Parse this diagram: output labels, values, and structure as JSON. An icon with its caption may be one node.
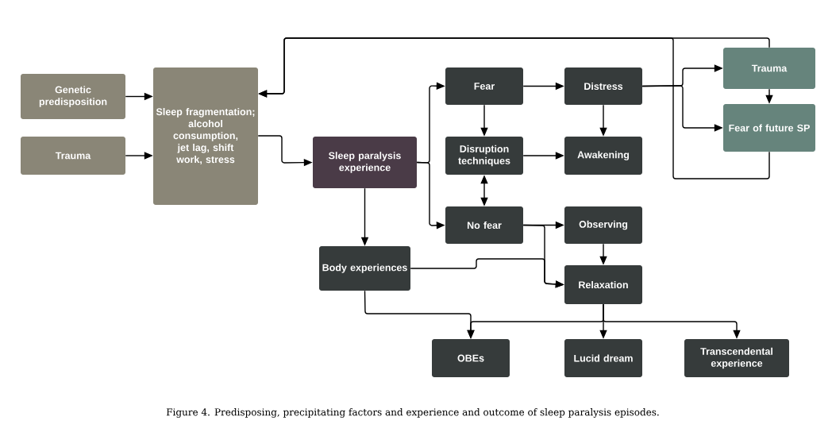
{
  "diagram": {
    "caption": "Figure 4. Predisposing, precipitating factors and experience and outcome of sleep paralysis episodes.",
    "nodes": [
      {
        "text": [
          "Genetic predisposition"
        ]
      },
      {
        "text": [
          "Trauma"
        ]
      },
      {
        "text": [
          "Sleep fragmentation; alcohol consumption, jet lag, shift work, stress"
        ]
      },
      {
        "text": [
          "Sleep paralysis experience"
        ]
      },
      {
        "text": [
          "Fear"
        ]
      },
      {
        "text": [
          "Distress"
        ]
      },
      {
        "text": [
          "Trauma"
        ]
      },
      {
        "text": [
          "Disruption techniques"
        ]
      },
      {
        "text": [
          "Awakening"
        ]
      },
      {
        "text": [
          "Fear of future SP"
        ]
      },
      {
        "text": [
          "No fear"
        ]
      },
      {
        "text": [
          "Observing"
        ]
      },
      {
        "text": [
          "Body experiences"
        ]
      },
      {
        "text": [
          "Relaxation"
        ]
      },
      {
        "text": [
          "OBEs"
        ]
      },
      {
        "text": [
          "Lucid dream"
        ]
      },
      {
        "text": [
          "Transcendental experience"
        ]
      }
    ],
    "edges": [
      {
        "from": 0,
        "to": 2,
        "arrow": "to"
      },
      {
        "from": 1,
        "to": 2,
        "arrow": "to"
      },
      {
        "from": 2,
        "to": 3,
        "arrow": "to"
      },
      {
        "from": 3,
        "to": 4,
        "arrow": "to"
      },
      {
        "from": 3,
        "to": 10,
        "arrow": "to"
      },
      {
        "from": 3,
        "to": 12,
        "arrow": "to"
      },
      {
        "from": 4,
        "to": 5,
        "arrow": "to"
      },
      {
        "from": 4,
        "to": 7,
        "arrow": "to"
      },
      {
        "from": 5,
        "to": 8,
        "arrow": "to"
      },
      {
        "from": 7,
        "to": 8,
        "arrow": "to"
      },
      {
        "from": 7,
        "to": 10,
        "arrow": "both"
      },
      {
        "from": 5,
        "to": 6,
        "arrow": "to"
      },
      {
        "from": 5,
        "to": 9,
        "arrow": "to"
      },
      {
        "from": 6,
        "to": 9,
        "arrow": "to"
      },
      {
        "from": 6,
        "to": 2,
        "arrow": "to"
      },
      {
        "from": 9,
        "to": 2,
        "arrow": "to"
      },
      {
        "from": 10,
        "to": 11,
        "arrow": "to"
      },
      {
        "from": 10,
        "to": 13,
        "arrow": "to"
      },
      {
        "from": 12,
        "to": 13,
        "arrow": "to"
      },
      {
        "from": 11,
        "to": 13,
        "arrow": "to"
      },
      {
        "from": 12,
        "to": 14,
        "arrow": "to"
      },
      {
        "from": 13,
        "to": 14,
        "arrow": "to"
      },
      {
        "from": 13,
        "to": 15,
        "arrow": "to"
      },
      {
        "from": 13,
        "to": 16,
        "arrow": "to"
      }
    ]
  }
}
